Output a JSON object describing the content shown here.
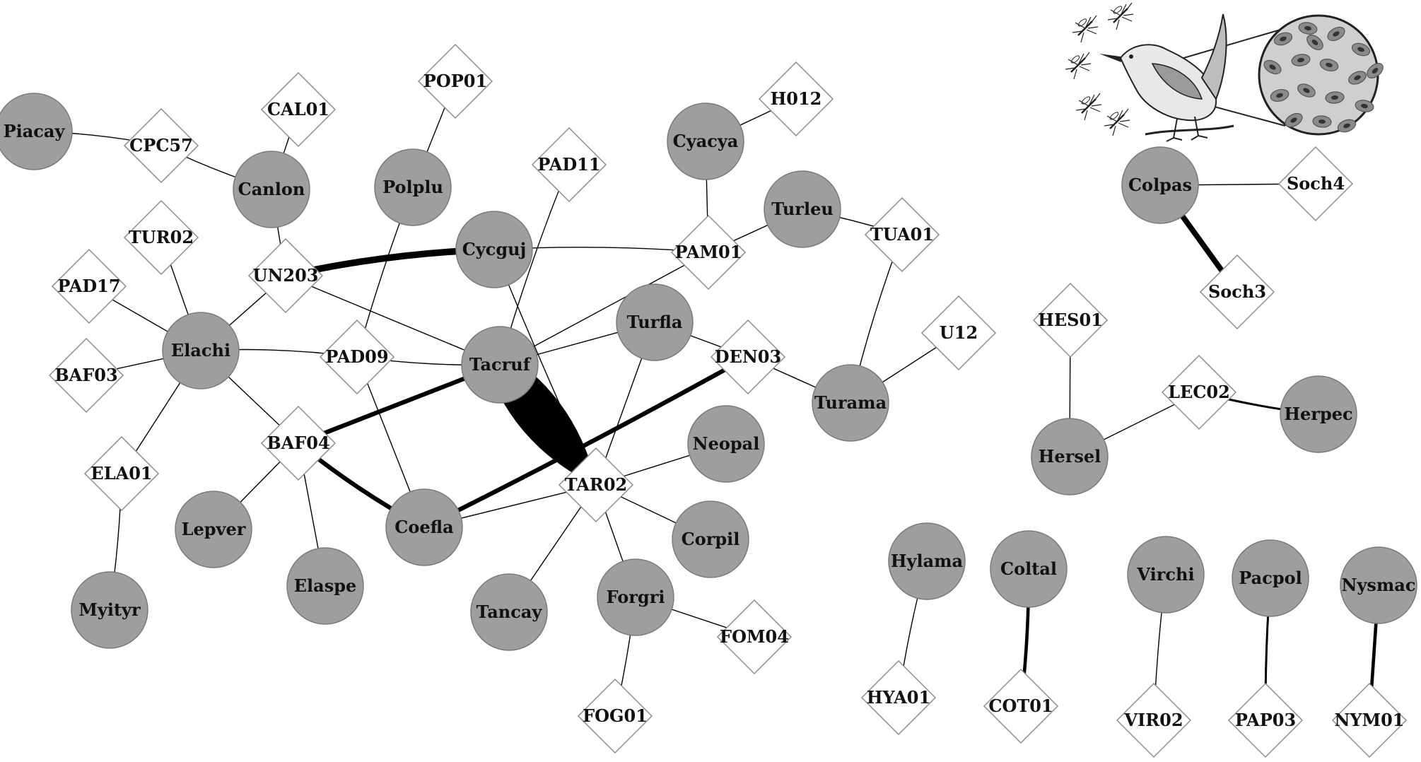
{
  "colors": {
    "host_fill": "#9e9e9e",
    "host_stroke": "#7a7a7a",
    "parasite_fill": "#ffffff",
    "parasite_stroke": "#8c8c8c",
    "edge": "#000000",
    "label": "#111111"
  },
  "illustration": {
    "icon": "bird-mosquito-blood-cell-icon"
  },
  "hosts": [
    {
      "id": "Piacay",
      "label": "Piacay"
    },
    {
      "id": "Canlon",
      "label": "Canlon"
    },
    {
      "id": "Polplu",
      "label": "Polplu"
    },
    {
      "id": "Cycguj",
      "label": "Cycguj"
    },
    {
      "id": "Cyacya",
      "label": "Cyacya"
    },
    {
      "id": "Turleu",
      "label": "Turleu"
    },
    {
      "id": "Elachi",
      "label": "Elachi"
    },
    {
      "id": "Tacruf",
      "label": "Tacruf"
    },
    {
      "id": "Turfla",
      "label": "Turfla"
    },
    {
      "id": "Turama",
      "label": "Turama"
    },
    {
      "id": "Neopal",
      "label": "Neopal"
    },
    {
      "id": "Lepver",
      "label": "Lepver"
    },
    {
      "id": "Coefla",
      "label": "Coefla"
    },
    {
      "id": "Corpil",
      "label": "Corpil"
    },
    {
      "id": "Elaspe",
      "label": "Elaspe"
    },
    {
      "id": "Myityr",
      "label": "Myityr"
    },
    {
      "id": "Tancay",
      "label": "Tancay"
    },
    {
      "id": "Forgri",
      "label": "Forgri"
    },
    {
      "id": "Colpas",
      "label": "Colpas"
    },
    {
      "id": "Hersel",
      "label": "Hersel"
    },
    {
      "id": "Herpec",
      "label": "Herpec"
    },
    {
      "id": "Hylama",
      "label": "Hylama"
    },
    {
      "id": "Coltal",
      "label": "Coltal"
    },
    {
      "id": "Virchi",
      "label": "Virchi"
    },
    {
      "id": "Pacpol",
      "label": "Pacpol"
    },
    {
      "id": "Nysmac",
      "label": "Nysmac"
    }
  ],
  "parasites": [
    {
      "id": "CPC57",
      "label": "CPC57"
    },
    {
      "id": "CAL01",
      "label": "CAL01"
    },
    {
      "id": "POP01",
      "label": "POP01"
    },
    {
      "id": "PAD11",
      "label": "PAD11"
    },
    {
      "id": "H012",
      "label": "H012"
    },
    {
      "id": "TUR02",
      "label": "TUR02"
    },
    {
      "id": "UN203",
      "label": "UN203"
    },
    {
      "id": "PAM01",
      "label": "PAM01"
    },
    {
      "id": "TUA01",
      "label": "TUA01"
    },
    {
      "id": "PAD17",
      "label": "PAD17"
    },
    {
      "id": "PAD09",
      "label": "PAD09"
    },
    {
      "id": "DEN03",
      "label": "DEN03"
    },
    {
      "id": "U12",
      "label": "U12"
    },
    {
      "id": "BAF03",
      "label": "BAF03"
    },
    {
      "id": "BAF04",
      "label": "BAF04"
    },
    {
      "id": "ELA01",
      "label": "ELA01"
    },
    {
      "id": "TAR02",
      "label": "TAR02"
    },
    {
      "id": "FOM04",
      "label": "FOM04"
    },
    {
      "id": "FOG01",
      "label": "FOG01"
    },
    {
      "id": "Soch4",
      "label": "Soch4"
    },
    {
      "id": "Soch3",
      "label": "Soch3"
    },
    {
      "id": "HES01",
      "label": "HES01"
    },
    {
      "id": "LEC02",
      "label": "LEC02"
    },
    {
      "id": "HYA01",
      "label": "HYA01"
    },
    {
      "id": "COT01",
      "label": "COT01"
    },
    {
      "id": "VIR02",
      "label": "VIR02"
    },
    {
      "id": "PAP03",
      "label": "PAP03"
    },
    {
      "id": "NYM01",
      "label": "NYM01"
    }
  ],
  "edges": [
    {
      "source": "Piacay",
      "target": "CPC57",
      "weight": 1
    },
    {
      "source": "CPC57",
      "target": "Canlon",
      "weight": 1
    },
    {
      "source": "Canlon",
      "target": "CAL01",
      "weight": 1
    },
    {
      "source": "Canlon",
      "target": "UN203",
      "weight": 1
    },
    {
      "source": "Polplu",
      "target": "POP01",
      "weight": 1
    },
    {
      "source": "Polplu",
      "target": "PAD09",
      "weight": 1
    },
    {
      "source": "UN203",
      "target": "Cycguj",
      "weight": 6
    },
    {
      "source": "UN203",
      "target": "Elachi",
      "weight": 1
    },
    {
      "source": "UN203",
      "target": "Tacruf",
      "weight": 1
    },
    {
      "source": "Cycguj",
      "target": "PAM01",
      "weight": 1
    },
    {
      "source": "Cycguj",
      "target": "TAR02",
      "weight": 1
    },
    {
      "source": "Tacruf",
      "target": "PAD11",
      "weight": 1
    },
    {
      "source": "Cyacya",
      "target": "H012",
      "weight": 1
    },
    {
      "source": "Cyacya",
      "target": "PAM01",
      "weight": 1
    },
    {
      "source": "PAM01",
      "target": "Tacruf",
      "weight": 1
    },
    {
      "source": "PAM01",
      "target": "Turleu",
      "weight": 1
    },
    {
      "source": "Turleu",
      "target": "TUA01",
      "weight": 1
    },
    {
      "source": "TUA01",
      "target": "Turama",
      "weight": 1
    },
    {
      "source": "Turama",
      "target": "U12",
      "weight": 1
    },
    {
      "source": "Turama",
      "target": "DEN03",
      "weight": 1
    },
    {
      "source": "Elachi",
      "target": "TUR02",
      "weight": 1
    },
    {
      "source": "Elachi",
      "target": "PAD17",
      "weight": 1
    },
    {
      "source": "Elachi",
      "target": "BAF03",
      "weight": 1
    },
    {
      "source": "Elachi",
      "target": "PAD09",
      "weight": 1
    },
    {
      "source": "Elachi",
      "target": "BAF04",
      "weight": 1
    },
    {
      "source": "Elachi",
      "target": "ELA01",
      "weight": 1
    },
    {
      "source": "ELA01",
      "target": "Myityr",
      "weight": 1
    },
    {
      "source": "PAD09",
      "target": "Tacruf",
      "weight": 1
    },
    {
      "source": "PAD09",
      "target": "Coefla",
      "weight": 1
    },
    {
      "source": "Tacruf",
      "target": "Turfla",
      "weight": 1
    },
    {
      "source": "Tacruf",
      "target": "BAF04",
      "weight": 4
    },
    {
      "source": "Tacruf",
      "target": "TAR02",
      "weight": 40
    },
    {
      "source": "Turfla",
      "target": "DEN03",
      "weight": 1
    },
    {
      "source": "Turfla",
      "target": "TAR02",
      "weight": 1
    },
    {
      "source": "DEN03",
      "target": "Coefla",
      "weight": 4
    },
    {
      "source": "BAF04",
      "target": "Lepver",
      "weight": 1
    },
    {
      "source": "BAF04",
      "target": "Elaspe",
      "weight": 1
    },
    {
      "source": "BAF04",
      "target": "Coefla",
      "weight": 4
    },
    {
      "source": "Coefla",
      "target": "TAR02",
      "weight": 1
    },
    {
      "source": "TAR02",
      "target": "Neopal",
      "weight": 1
    },
    {
      "source": "TAR02",
      "target": "Corpil",
      "weight": 1
    },
    {
      "source": "TAR02",
      "target": "Tancay",
      "weight": 1
    },
    {
      "source": "TAR02",
      "target": "Forgri",
      "weight": 1
    },
    {
      "source": "Forgri",
      "target": "FOM04",
      "weight": 1
    },
    {
      "source": "Forgri",
      "target": "FOG01",
      "weight": 1
    },
    {
      "source": "Colpas",
      "target": "Soch4",
      "weight": 1
    },
    {
      "source": "Colpas",
      "target": "Soch3",
      "weight": 5
    },
    {
      "source": "HES01",
      "target": "Hersel",
      "weight": 1
    },
    {
      "source": "Hersel",
      "target": "LEC02",
      "weight": 1
    },
    {
      "source": "LEC02",
      "target": "Herpec",
      "weight": 2
    },
    {
      "source": "Hylama",
      "target": "HYA01",
      "weight": 1
    },
    {
      "source": "Coltal",
      "target": "COT01",
      "weight": 3
    },
    {
      "source": "Virchi",
      "target": "VIR02",
      "weight": 1
    },
    {
      "source": "Pacpol",
      "target": "PAP03",
      "weight": 2
    },
    {
      "source": "Nysmac",
      "target": "NYM01",
      "weight": 3
    }
  ]
}
